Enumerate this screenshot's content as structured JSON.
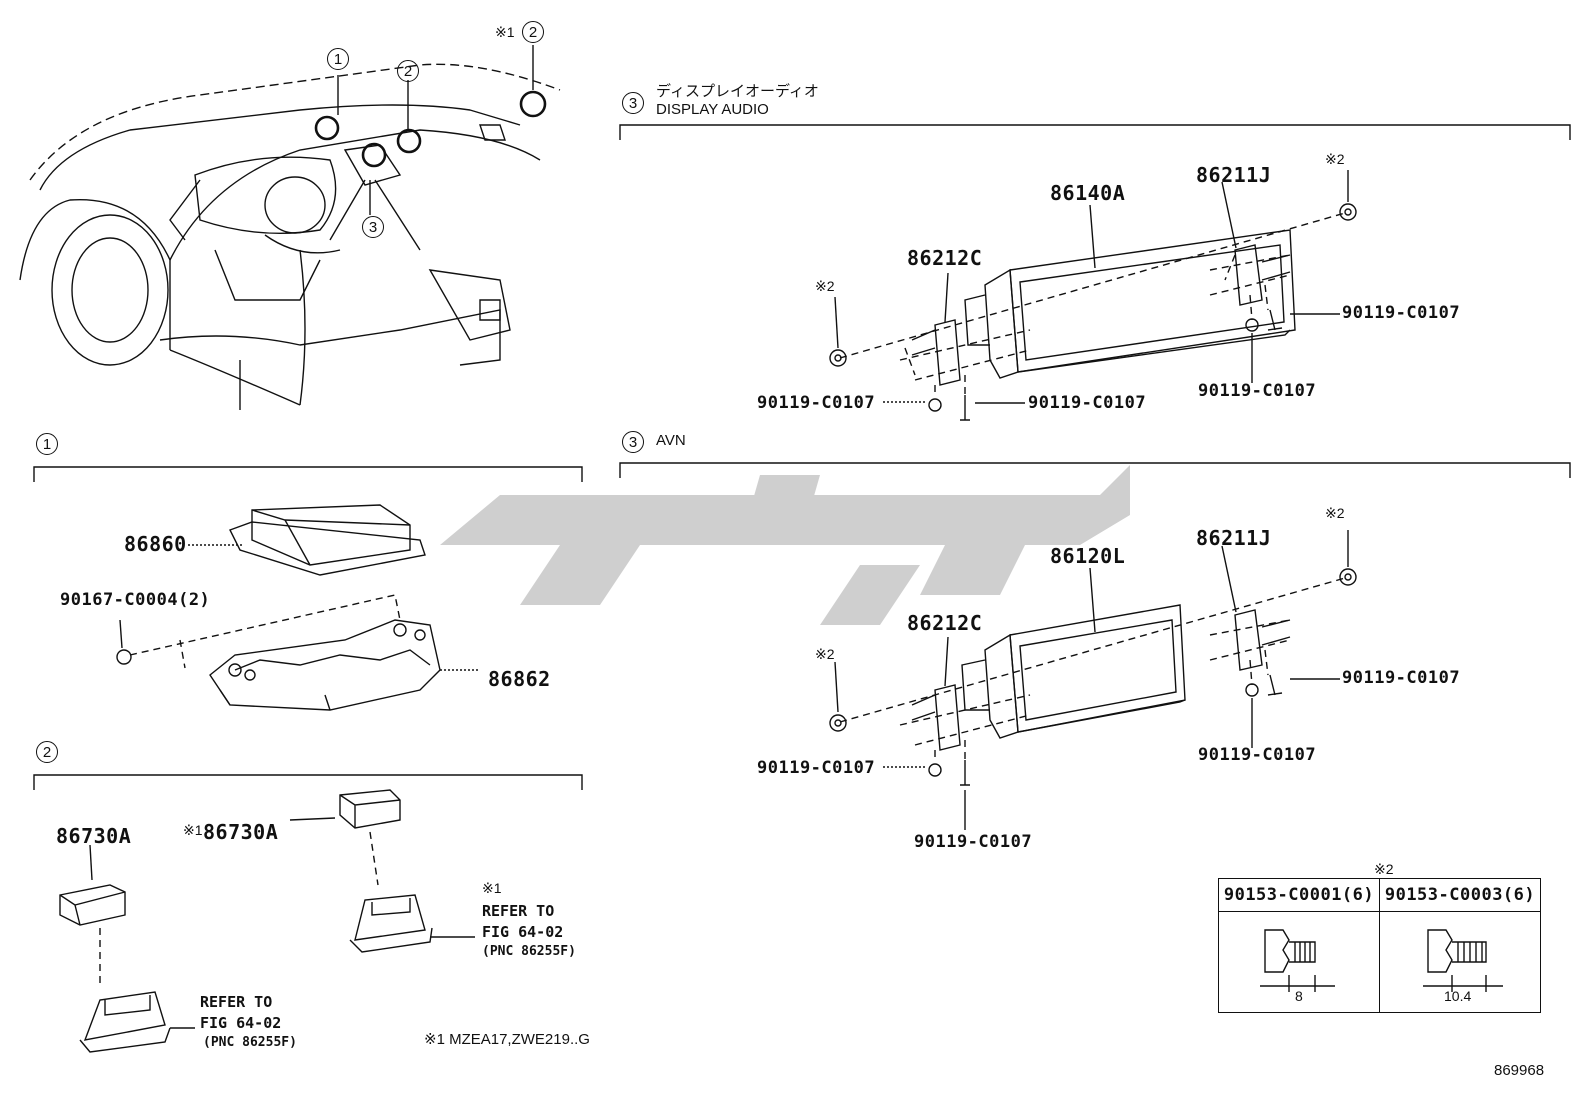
{
  "diagram_id": "869968",
  "markers": {
    "ref": "※1",
    "asm": "※2"
  },
  "callouts": {
    "c1": "1",
    "c2": "2",
    "c3": "3"
  },
  "sections": {
    "display_audio": {
      "num": "3",
      "title_jp": "ディスプレイオーディオ",
      "title_en": "DISPLAY AUDIO"
    },
    "avn": {
      "num": "3",
      "title": "AVN"
    },
    "s1": {
      "num": "1"
    },
    "s2": {
      "num": "2"
    }
  },
  "parts": {
    "da_unit": "86140A",
    "avn_unit": "86120L",
    "bracket_r": "86211J",
    "bracket_l": "86212C",
    "screw": "90119-C0107",
    "ecu": "86860",
    "ecu_bracket": "86862",
    "ecu_bolt": "90167-C0004(2)",
    "switch": "86730A"
  },
  "refer": {
    "line1": "REFER TO",
    "line2": "FIG 64-02",
    "line3": "(PNC 86255F)"
  },
  "footnote": "※1 MZEA17,ZWE219..G",
  "bolt_table": {
    "header_note": "※2",
    "col1": "90153-C0001(6)",
    "col2": "90153-C0003(6)",
    "dim1": "8",
    "dim2": "10.4"
  },
  "colors": {
    "line": "#111111",
    "watermark": "#cfcfcf"
  }
}
